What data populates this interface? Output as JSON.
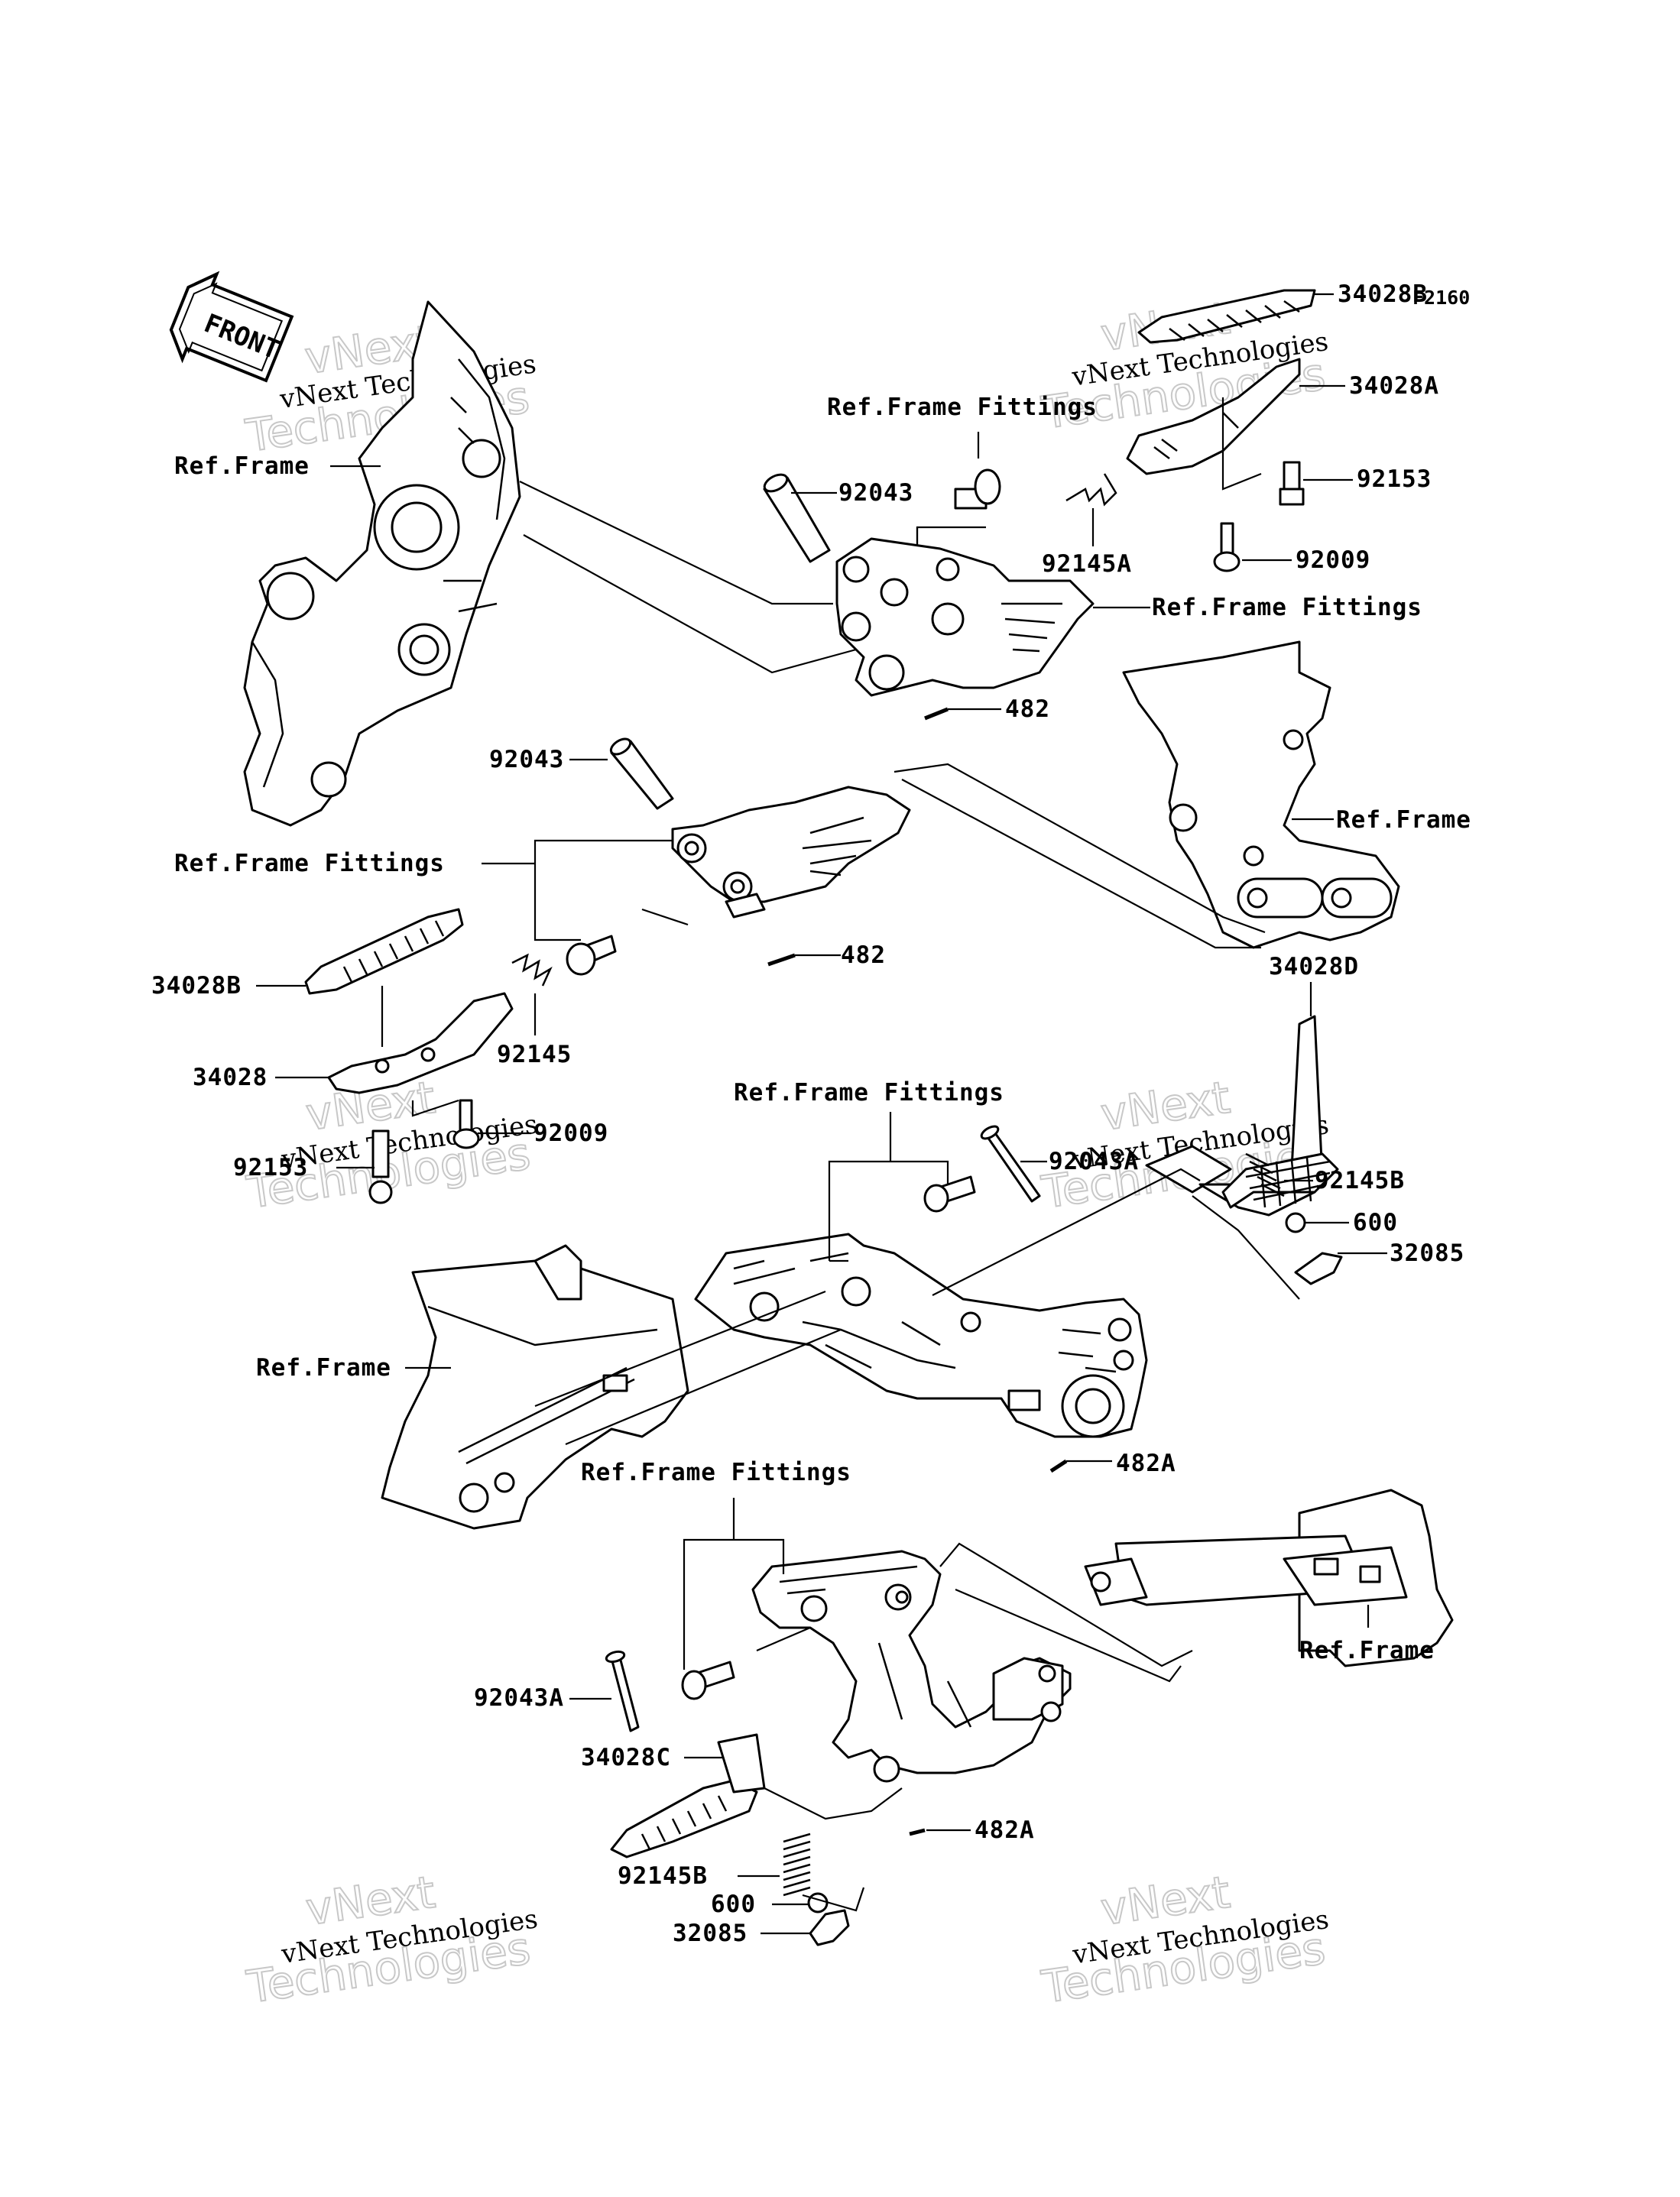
{
  "figure_code": "F2160",
  "front_label": "FRONT",
  "labels": {
    "ref_frame": "Ref.Frame",
    "ref_frame_fittings": "Ref.Frame Fittings",
    "p34028B": "34028B",
    "p34028A": "34028A",
    "p34028": "34028",
    "p34028C": "34028C",
    "p34028D": "34028D",
    "p92153": "92153",
    "p92009": "92009",
    "p92145A": "92145A",
    "p92145": "92145",
    "p92145B": "92145B",
    "p92043": "92043",
    "p92043A": "92043A",
    "p482": "482",
    "p482A": "482A",
    "p600": "600",
    "p32085": "32085"
  },
  "watermark": {
    "line1": "vNext Technologies",
    "line2": "Technologies",
    "line3": "vNext"
  }
}
